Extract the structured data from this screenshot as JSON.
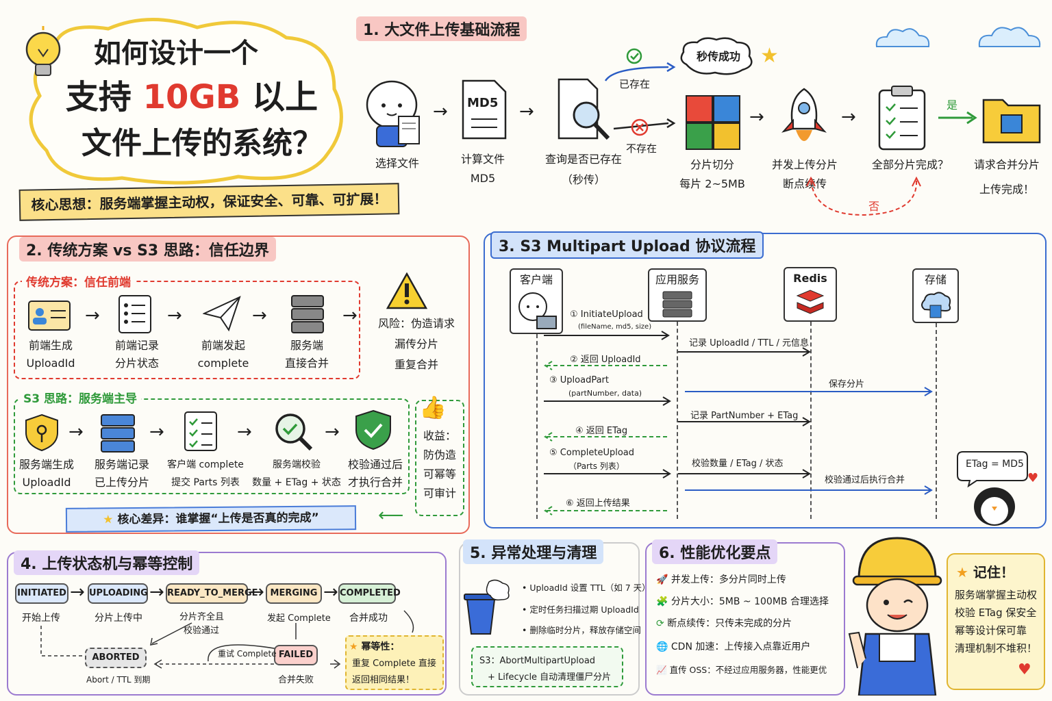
{
  "title": {
    "line1": "如何设计一个",
    "line2_pre": "支持",
    "line2_hi": "10GB",
    "line2_post": "以上",
    "line3": "文件上传的系统？"
  },
  "core_idea": "核心思想：服务端掌握主动权，保证安全、可靠、可扩展！",
  "s1": {
    "heading": "1. 大文件上传基础流程",
    "steps": [
      "选择文件",
      "计算文件",
      "MD5",
      "查询是否已存在",
      "（秒传）",
      "分片切分",
      "每片 2~5MB",
      "并发上传分片",
      "断点续传",
      "全部分片完成？",
      "请求合并分片",
      "上传完成！"
    ],
    "md5_doc": "MD5",
    "exists": "已存在",
    "not_exists": "不存在",
    "instant": "秒传成功",
    "yes": "是",
    "no": "否"
  },
  "s2": {
    "heading": "2. 传统方案 vs S3 思路：信任边界",
    "trad_title": "传统方案：信任前端",
    "trad_steps": [
      [
        "前端生成",
        "UploadId"
      ],
      [
        "前端记录",
        "分片状态"
      ],
      [
        "前端发起",
        "complete"
      ],
      [
        "服务端",
        "直接合并"
      ]
    ],
    "risk": [
      "风险：伪造请求",
      "漏传分片",
      "重复合并"
    ],
    "s3_title": "S3 思路：服务端主导",
    "s3_steps": [
      [
        "服务端生成",
        "UploadId"
      ],
      [
        "服务端记录",
        "已上传分片"
      ],
      [
        "客户端 complete",
        "提交 Parts 列表"
      ],
      [
        "服务端校验",
        "数量 + ETag + 状态"
      ],
      [
        "校验通过后",
        "才执行合并"
      ]
    ],
    "benefit": [
      "收益：",
      "防伪造",
      "可幂等",
      "可审计"
    ],
    "diff": "核心差异：谁掌握“上传是否真的完成”"
  },
  "s3": {
    "heading": "3. S3 Multipart Upload 协议流程",
    "actors": [
      "客户端",
      "应用服务",
      "Redis",
      "存储"
    ],
    "msgs": [
      "① InitiateUpload",
      "(fileName, md5, size)",
      "② 返回 UploadId",
      "③ UploadPart",
      "(partNumber, data)",
      "④ 返回 ETag",
      "⑤ CompleteUpload",
      "（Parts 列表）",
      "⑥ 返回上传结果"
    ],
    "right": [
      "记录 UploadId / TTL / 元信息",
      "保存分片",
      "记录 PartNumber + ETag",
      "校验数量 / ETag / 状态",
      "校验通过后执行合并"
    ],
    "etag": "ETag = MD5"
  },
  "s4": {
    "heading": "4. 上传状态机与幂等控制",
    "states": [
      "INITIATED",
      "UPLOADING",
      "READY_TO_MERGE",
      "MERGING",
      "COMPLETED",
      "ABORTED",
      "FAILED"
    ],
    "labels": [
      "开始上传",
      "分片上传中",
      "分片齐全且",
      "校验通过",
      "发起 Complete",
      "合并成功",
      "Abort / TTL 到期",
      "合并失败",
      "重试 Complete"
    ],
    "idem": [
      "幂等性：",
      "重复 Complete 直接",
      "返回相同结果！"
    ]
  },
  "s5": {
    "heading": "5. 异常处理与清理",
    "bullets": [
      "UploadId 设置 TTL（如 7 天）",
      "定时任务扫描过期 UploadId",
      "删除临时分片，释放存储空间"
    ],
    "s3note": [
      "S3：AbortMultipartUpload",
      "+ Lifecycle 自动清理僵尸分片"
    ]
  },
  "s6": {
    "heading": "6. 性能优化要点",
    "items": [
      "并发上传：多分片同时上传",
      "分片大小：5MB ~ 100MB 合理选择",
      "断点续传：只传未完成的分片",
      "CDN 加速：上传接入点靠近用户",
      "直传 OSS：不经过应用服务器，性能更优"
    ]
  },
  "memo": {
    "title": "记住！",
    "lines": [
      "服务端掌握主动权",
      "校验 ETag 保安全",
      "幂等设计保可靠",
      "清理机制不堆积！"
    ]
  },
  "colors": {
    "red": "#e03a2f",
    "green": "#2f9a3a",
    "blue": "#2a5cc4",
    "purple": "#8a5cc4",
    "yellow": "#f7d64a",
    "orange": "#e98a2b"
  }
}
